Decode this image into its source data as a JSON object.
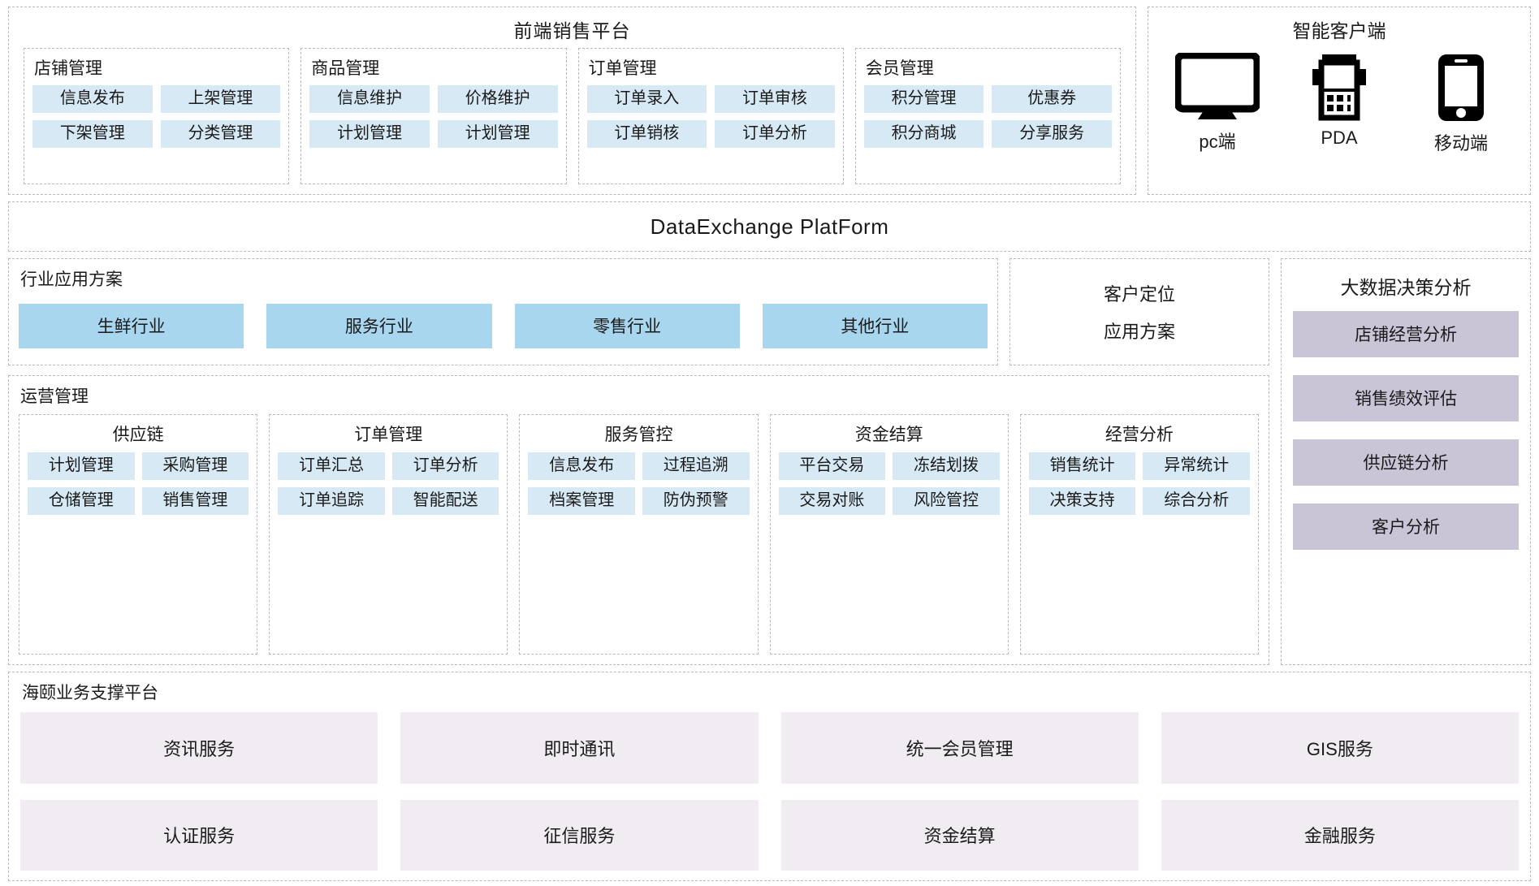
{
  "frontend": {
    "title": "前端销售平台",
    "groups": [
      {
        "title": "店铺管理",
        "items": [
          "信息发布",
          "上架管理",
          "下架管理",
          "分类管理"
        ]
      },
      {
        "title": "商品管理",
        "items": [
          "信息维护",
          "价格维护",
          "计划管理",
          "计划管理"
        ]
      },
      {
        "title": "订单管理",
        "items": [
          "订单录入",
          "订单审核",
          "订单销核",
          "订单分析"
        ]
      },
      {
        "title": "会员管理",
        "items": [
          "积分管理",
          "优惠券",
          "积分商城",
          "分享服务"
        ]
      }
    ]
  },
  "clients": {
    "title": "智能客户端",
    "devices": [
      {
        "icon": "monitor-icon",
        "label": "pc端"
      },
      {
        "icon": "pda-icon",
        "label": "PDA"
      },
      {
        "icon": "smartphone-icon",
        "label": "移动端"
      }
    ]
  },
  "data_exchange": {
    "title": "DataExchange  PlatForm"
  },
  "industry": {
    "title": "行业应用方案",
    "items": [
      "生鲜行业",
      "服务行业",
      "零售行业",
      "其他行业"
    ]
  },
  "customer_locate": {
    "line1": "客户定位",
    "line2": "应用方案"
  },
  "operations": {
    "title": "运营管理",
    "groups": [
      {
        "title": "供应链",
        "items": [
          "计划管理",
          "采购管理",
          "仓储管理",
          "销售管理"
        ]
      },
      {
        "title": "订单管理",
        "items": [
          "订单汇总",
          "订单分析",
          "订单追踪",
          "智能配送"
        ]
      },
      {
        "title": "服务管控",
        "items": [
          "信息发布",
          "过程追溯",
          "档案管理",
          "防伪预警"
        ]
      },
      {
        "title": "资金结算",
        "items": [
          "平台交易",
          "冻结划拨",
          "交易对账",
          "风险管控"
        ]
      },
      {
        "title": "经营分析",
        "items": [
          "销售统计",
          "异常统计",
          "决策支持",
          "综合分析"
        ]
      }
    ]
  },
  "bigdata": {
    "title": "大数据决策分析",
    "items": [
      "店铺经营分析",
      "销售绩效评估",
      "供应链分析",
      "客户分析"
    ]
  },
  "support": {
    "title": "海颐业务支撑平台",
    "items": [
      "资讯服务",
      "即时通讯",
      "统一会员管理",
      "GIS服务",
      "认证服务",
      "征信服务",
      "资金结算",
      "金融服务"
    ]
  },
  "colors": {
    "chip_blue": "#d7e9f4",
    "industry_blue": "#a9d6ef",
    "bigdata_purple": "#c9c4d6",
    "support_lilac": "#f0ecf2",
    "border_dashed": "#b9b9b9"
  }
}
